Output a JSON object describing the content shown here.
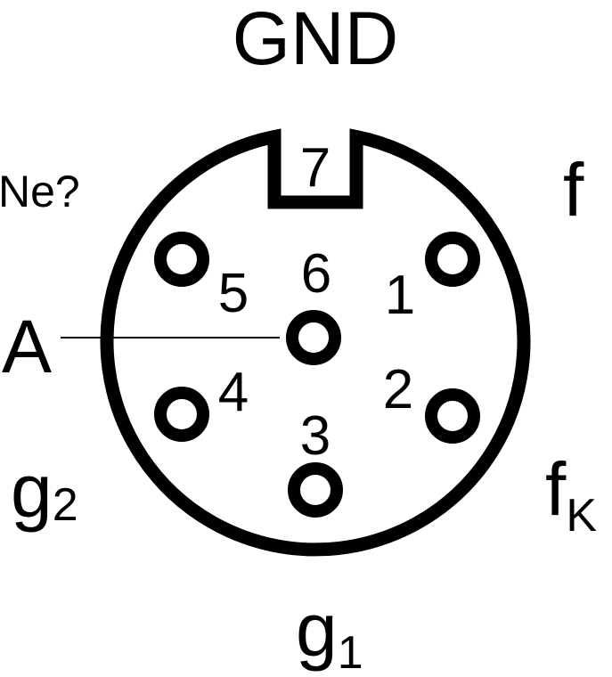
{
  "colors": {
    "ink": "#000000",
    "background": "#ffffff"
  },
  "labels": {
    "gnd": "GND",
    "ne": "Ne?",
    "f": "f",
    "f_k_base": "f",
    "f_k_sub": "K",
    "a": "A",
    "g2_base": "g",
    "g2_sub": "2",
    "g1_base": "g",
    "g1_sub": "1"
  },
  "pins": {
    "p1": "1",
    "p2": "2",
    "p3": "3",
    "p4": "4",
    "p5": "5",
    "p6": "6",
    "p7": "7"
  }
}
